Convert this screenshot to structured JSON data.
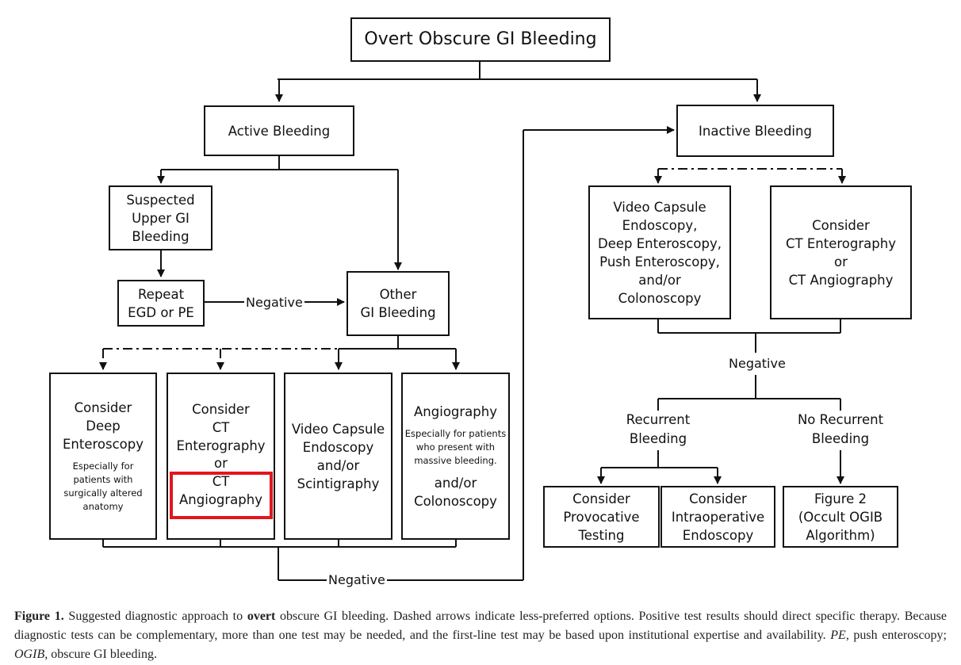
{
  "diagram": {
    "title": "Overt Obscure GI Bleeding",
    "active": "Active Bleeding",
    "inactive": "Inactive Bleeding",
    "suspected_upper": [
      "Suspected",
      "Upper GI",
      "Bleeding"
    ],
    "repeat_egd": [
      "Repeat",
      "EGD or PE"
    ],
    "other_gi": [
      "Other",
      "GI Bleeding"
    ],
    "deep_enteroscopy": {
      "title": [
        "Consider",
        "Deep",
        "Enteroscopy"
      ],
      "note": [
        "Especially for",
        "patients with",
        "surgically altered",
        "anatomy"
      ]
    },
    "ct_option": {
      "lines": [
        "Consider",
        "CT",
        "Enterography",
        "or"
      ],
      "highlighted": [
        "CT",
        "Angiography"
      ]
    },
    "capsule_scint": [
      "Video Capsule",
      "Endoscopy",
      "and/or",
      "Scintigraphy"
    ],
    "angiography": {
      "title": "Angiography",
      "note": [
        "Especially for patients",
        "who present with",
        "massive bleeding."
      ],
      "rest": [
        "and/or",
        "Colonoscopy"
      ]
    },
    "inactive_tests": [
      "Video Capsule",
      "Endoscopy,",
      "Deep Enteroscopy,",
      "Push Enteroscopy,",
      "and/or",
      "Colonoscopy"
    ],
    "inactive_ct": [
      "Consider",
      "CT Enterography",
      "or",
      "CT Angiography"
    ],
    "negative": "Negative",
    "recurrent": [
      "Recurrent",
      "Bleeding"
    ],
    "no_recurrent": [
      "No Recurrent",
      "Bleeding"
    ],
    "provocative": [
      "Consider",
      "Provocative",
      "Testing"
    ],
    "intraoperative": [
      "Consider",
      "Intraoperative",
      "Endoscopy"
    ],
    "figure2": [
      "Figure 2",
      "(Occult OGIB",
      "Algorithm)"
    ]
  },
  "caption": {
    "label": "Figure 1.",
    "part1": " Suggested diagnostic approach to ",
    "bold_word": "overt",
    "part2": " obscure GI bleeding. Dashed arrows indicate less-preferred options. Positive test results should direct specific therapy. Because diagnostic tests can be complementary, more than one test may be needed, and the first-line test may be based upon institutional expertise and availability. ",
    "abbr1": "PE,",
    "def1": " push enteroscopy; ",
    "abbr2": "OGIB,",
    "def2": " obscure GI bleeding."
  },
  "colors": {
    "line": "#111111",
    "highlight": "#e2161f"
  }
}
